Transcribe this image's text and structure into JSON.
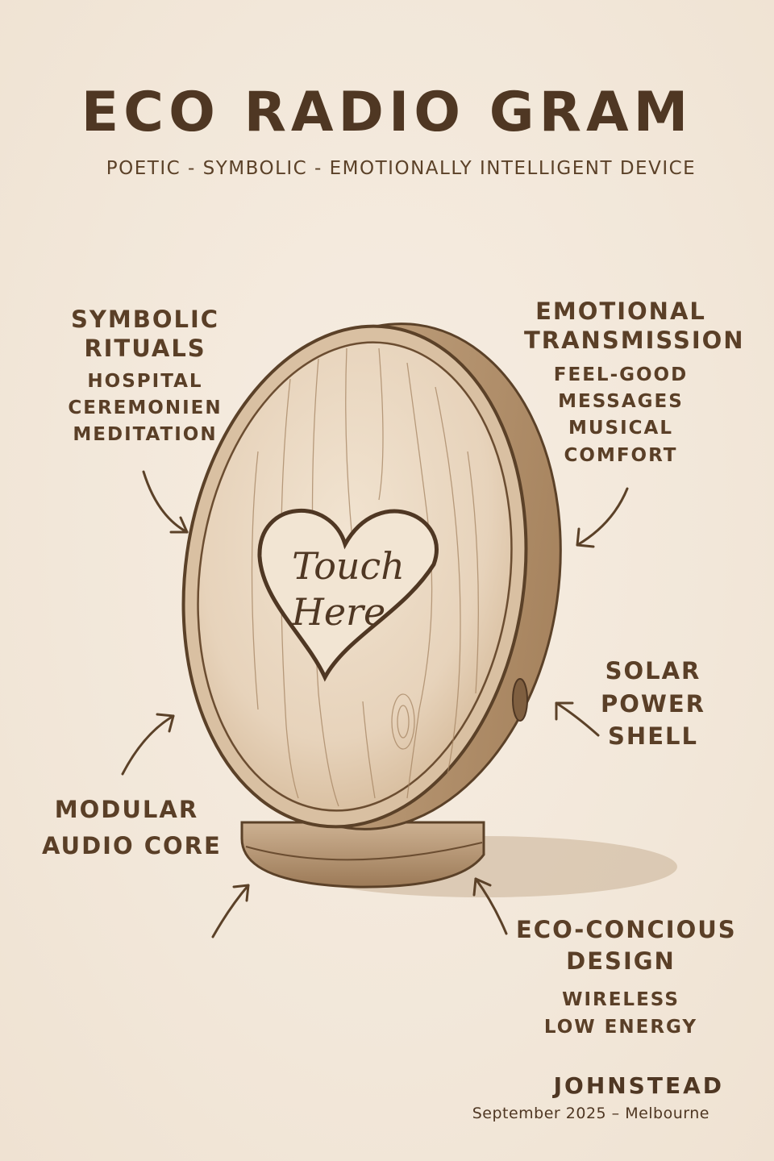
{
  "title": "ECO RADIO GRAM",
  "subtitle": "POETIC - SYMBOLIC - EMOTIONALLY INTELLIGENT DEVICE",
  "device": {
    "button_text_line1": "Touch",
    "button_text_line2": "Here"
  },
  "labels": {
    "symbolic": {
      "head1": "SYMBOLIC",
      "head2": "RITUALS",
      "items": [
        "HOSPITAL",
        "CEREMONIEN",
        "MEDITATION"
      ]
    },
    "emotional": {
      "head1": "EMOTIONAL",
      "head2": "TRANSMISSION",
      "items": [
        "FEEL-GOOD",
        "MESSAGES",
        "MUSICAL",
        "COMFORT"
      ]
    },
    "solar": {
      "lines": [
        "SOLAR",
        "POWER",
        "SHELL"
      ]
    },
    "modular": {
      "lines": [
        "MODULAR",
        "AUDIO CORE"
      ]
    },
    "eco": {
      "head1": "ECO-CONCIOUS",
      "head2": "DESIGN",
      "items": [
        "WIRELESS",
        "LOW ENERGY"
      ]
    }
  },
  "signature": "JOHNSTEAD",
  "date_line": "September 2025 – Melbourne",
  "colors": {
    "paper": "#f3e9dc",
    "ink": "#5b4128",
    "wood": "#e9d8c2",
    "shadow": "#8a6a4a"
  }
}
